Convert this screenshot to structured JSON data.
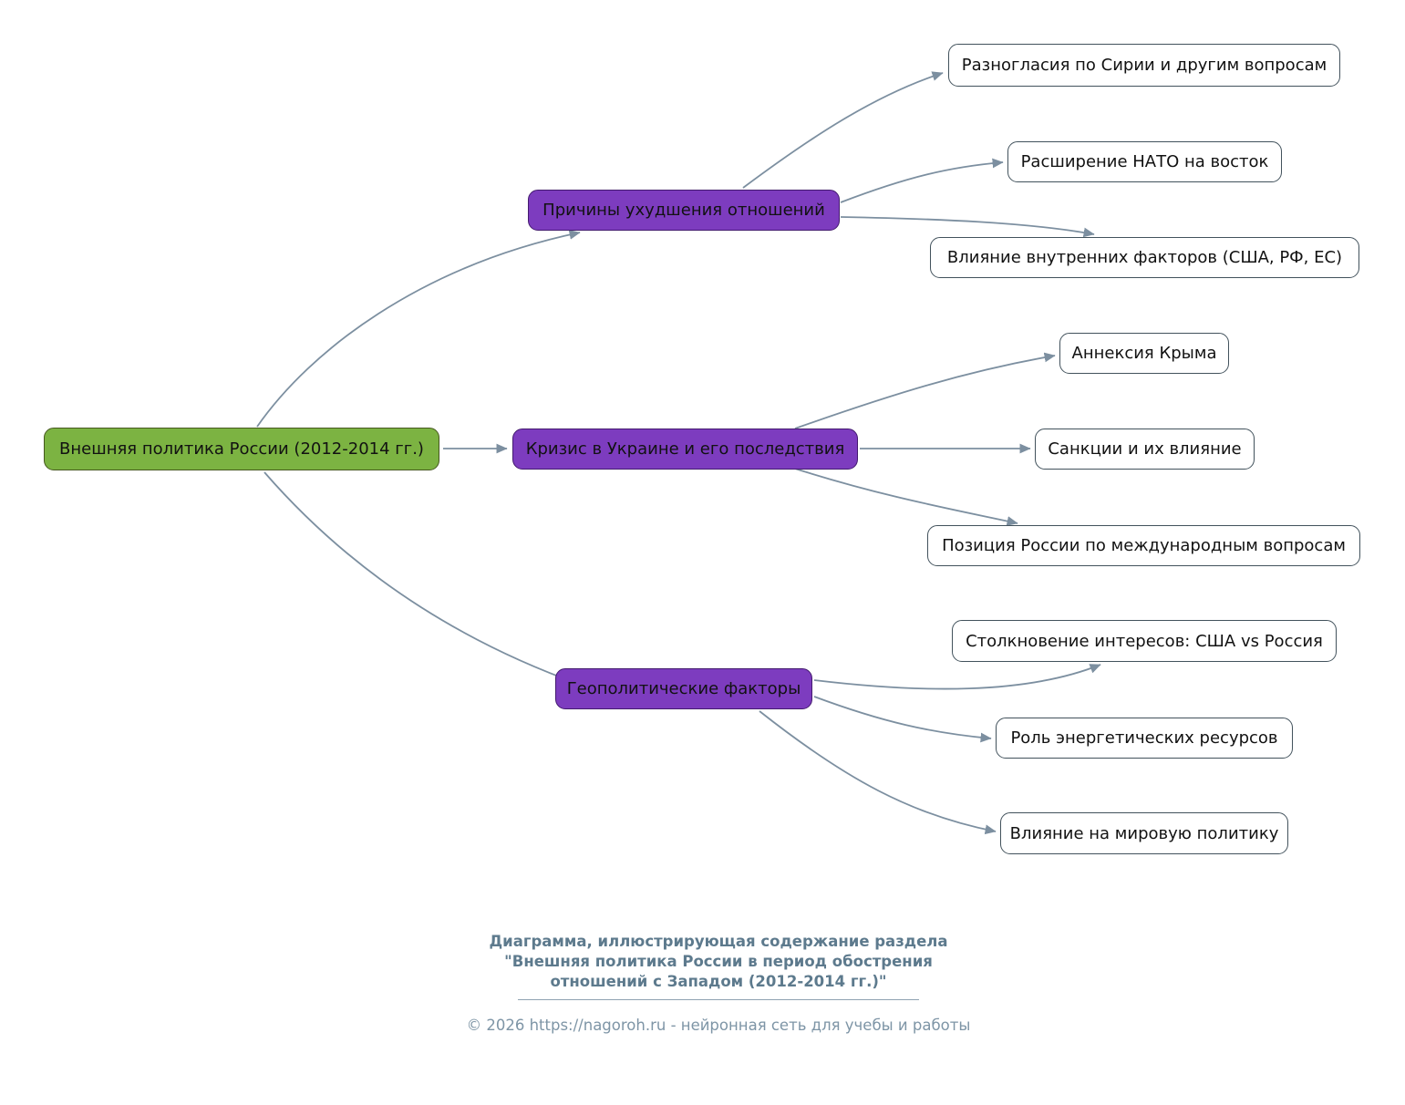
{
  "root": {
    "label": "Внешняя политика России (2012-2014 гг.)"
  },
  "branches": [
    {
      "label": "Причины ухудшения отношений",
      "leaves": [
        "Разногласия по Сирии и другим вопросам",
        "Расширение НАТО на восток",
        "Влияние внутренних факторов (США, РФ, ЕС)"
      ]
    },
    {
      "label": "Кризис в Украине и его последствия",
      "leaves": [
        "Аннексия Крыма",
        "Санкции и их влияние",
        "Позиция России по международным вопросам"
      ]
    },
    {
      "label": "Геополитические факторы",
      "leaves": [
        "Столкновение интересов: США vs Россия",
        "Роль энергетических ресурсов",
        "Влияние на мировую политику"
      ]
    }
  ],
  "footer": {
    "caption_line1": "Диаграмма, иллюстрирующая содержание раздела",
    "caption_line2": "\"Внешняя политика России в период обострения",
    "caption_line3": "отношений с Западом (2012-2014 гг.)\"",
    "copyright": "© 2026 https://nagoroh.ru - нейронная сеть для учебы и работы"
  },
  "colors": {
    "root_fill": "#7cb342",
    "branch_fill": "#7d3cbf",
    "leaf_fill": "#ffffff",
    "edge": "#7c8fa0",
    "footer_text": "#5d7a8d"
  }
}
